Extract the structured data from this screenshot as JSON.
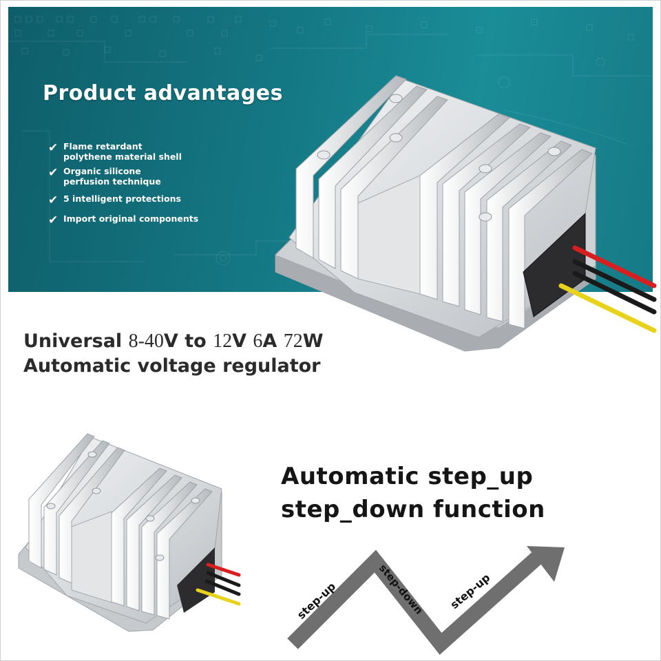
{
  "banner": {
    "title": "Product advantages",
    "items": [
      {
        "text": "Flame retardant\npolythene material shell",
        "icon": "check-icon"
      },
      {
        "text": "Organic silicone\nperfusion technique",
        "icon": "check-icon"
      },
      {
        "text": "5 intelligent protections",
        "icon": "check-icon"
      },
      {
        "text": "Import original components",
        "icon": "check-icon"
      }
    ]
  },
  "headline": {
    "w1": "Universal",
    "r1": "8-40",
    "u1": "V",
    "w2": "to",
    "r2": "12",
    "u2": "V",
    "r3": "6",
    "u3": "A",
    "r4": "72",
    "u4": "W",
    "line2": "Automatic voltage regulator"
  },
  "function": {
    "line1": "Automatic step_up",
    "line2": "step_down function",
    "arrow_labels": [
      "step-up",
      "step-down",
      "step-up"
    ]
  },
  "colors": {
    "banner_teal": "#157a86",
    "wire_red": "#d81e1e",
    "wire_black": "#1a1a1a",
    "wire_yellow": "#e8d21a",
    "arrow_gray": "#6f6f6f"
  }
}
